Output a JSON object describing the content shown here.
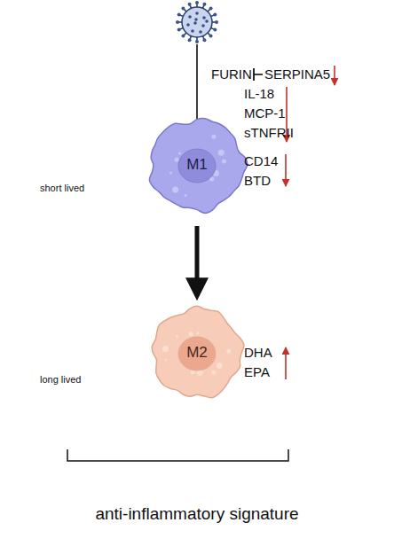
{
  "diagram": {
    "nodes": [
      {
        "text": [
          "M1"
        ]
      },
      {
        "text": [
          "M2"
        ]
      }
    ],
    "edges": [
      {
        "from": 0,
        "to": 1,
        "arrow": "to"
      }
    ],
    "labels": [
      "FURIN",
      "SERPINA5",
      "IL-18",
      "MCP-1",
      "sTNFRII",
      "CD14",
      "BTD",
      "short lived",
      "long lived",
      "DHA",
      "EPA",
      "anti-inflammatory signature"
    ]
  }
}
